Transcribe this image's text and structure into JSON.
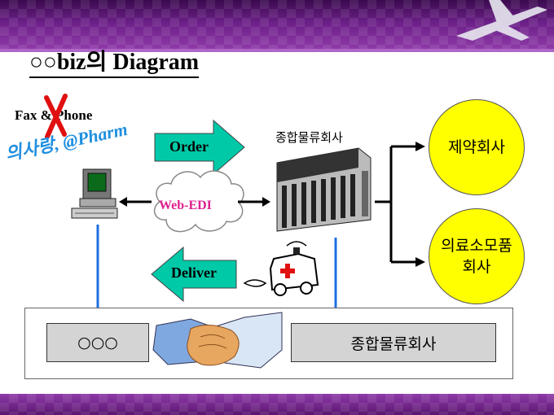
{
  "title": "○○biz의 Diagram",
  "fax_phone": "Fax & Phone",
  "slogan": "의사랑, @Pharm",
  "order_label": "Order",
  "webedi_label": "Web-EDI",
  "deliver_label": "Deliver",
  "logistics_label": "종합물류회사",
  "pharma_label": "제약회사",
  "medical_label_line1": "의료소모품",
  "medical_label_line2": "회사",
  "bottom_left_label": "○○○",
  "bottom_right_label": "종합물류회사",
  "colors": {
    "arrow_fill": "#00c9a8",
    "circle_fill": "#ffff00",
    "blue_arrow": "#1e6fe0",
    "x_mark": "#e01010",
    "webedi_text": "#e0208f"
  }
}
